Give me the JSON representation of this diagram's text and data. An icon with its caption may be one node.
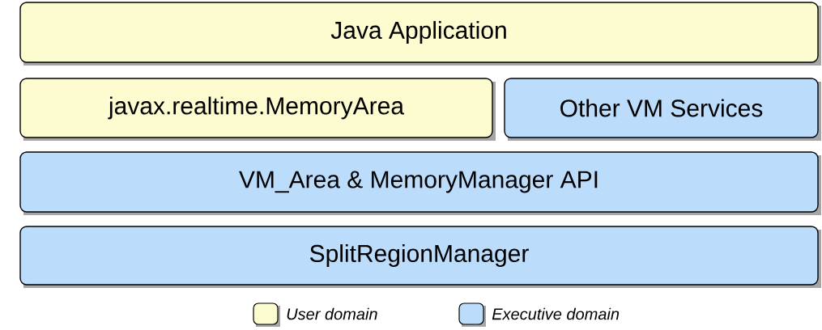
{
  "diagram": {
    "nodes": [
      {
        "text": [
          "Java Application"
        ]
      },
      {
        "text": [
          "javax.realtime.MemoryArea"
        ]
      },
      {
        "text": [
          "Other VM Services"
        ]
      },
      {
        "text": [
          "VM_Area & MemoryManager API"
        ]
      },
      {
        "text": [
          "SplitRegionManager"
        ]
      }
    ],
    "legend": [
      {
        "text": "User domain",
        "color": "#fcfcd0"
      },
      {
        "text": "Executive domain",
        "color": "#bcdcfc"
      }
    ]
  }
}
